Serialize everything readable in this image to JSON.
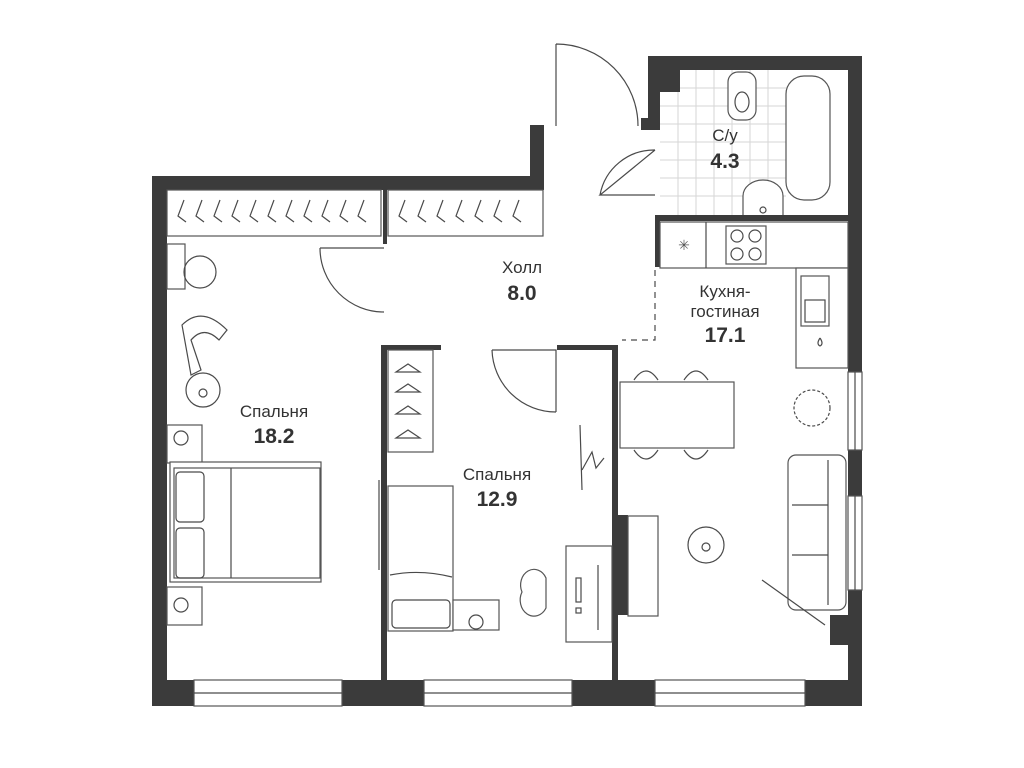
{
  "rooms": {
    "bathroom": {
      "name": "С/у",
      "area": "4.3"
    },
    "hall": {
      "name": "Холл",
      "area": "8.0"
    },
    "kitchen": {
      "name_line1": "Кухня-",
      "name_line2": "гостиная",
      "area": "17.1"
    },
    "bedroom_large": {
      "name": "Спальня",
      "area": "18.2"
    },
    "bedroom_small": {
      "name": "Спальня",
      "area": "12.9"
    }
  },
  "colors": {
    "wall": "#3b3b3b",
    "line": "#4a4a4a",
    "background": "#ffffff"
  }
}
